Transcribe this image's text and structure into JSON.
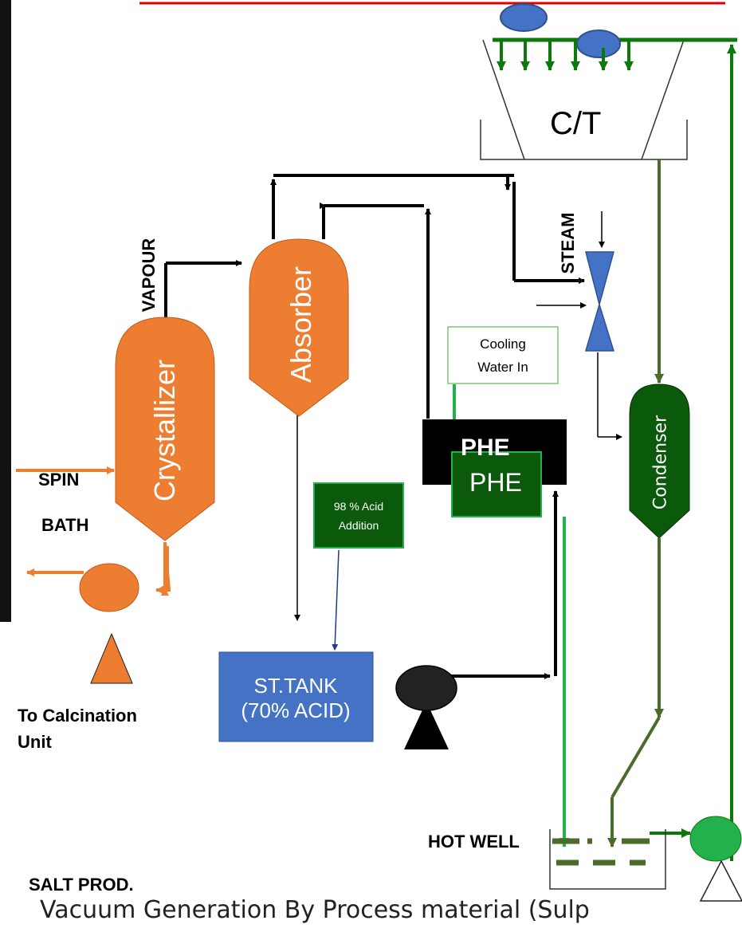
{
  "equipment": {
    "cooling_tower": "C/T",
    "crystallizer": "Crystallizer",
    "absorber": "Absorber",
    "condenser": "Condenser",
    "phe_back": "PHE",
    "phe_front": "PHE",
    "storage_tank_line1": "ST.TANK",
    "storage_tank_line2": "(70% ACID)"
  },
  "labels": {
    "vapour": "VAPOUR",
    "steam": "STEAM",
    "cooling_water_line1": "Cooling",
    "cooling_water_line2": "Water In",
    "acid_addition_line1": "98 % Acid",
    "acid_addition_line2": "Addition",
    "spin": "SPIN",
    "bath": "BATH",
    "to_calcination_line1": "To Calcination",
    "to_calcination_line2": "Unit",
    "hot_well": "HOT WELL",
    "salt_prod": "SALT PROD."
  },
  "caption": "Vacuum Generation By Process material (Sulp",
  "colors": {
    "orange": "#ED7D31",
    "dark_green": "#0B5A0B",
    "olive_green": "#4A6B2A",
    "bright_green": "#22B14C",
    "blue": "#4472C4",
    "navy": "#1F3A93",
    "red": "#E00000",
    "black": "#000000"
  }
}
